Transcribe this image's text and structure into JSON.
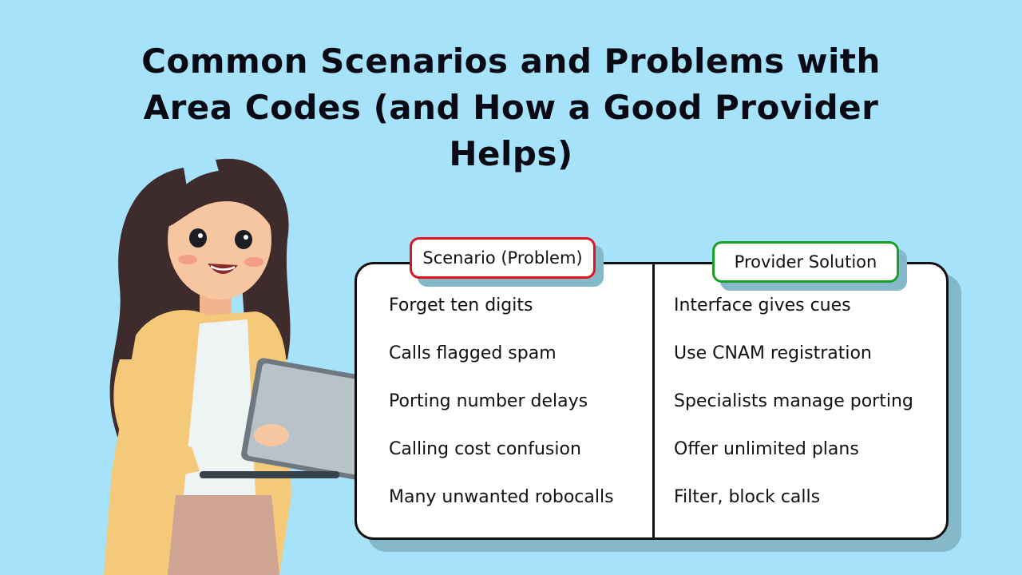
{
  "title": {
    "lines": [
      "Common Scenarios and Problems with",
      "Area Codes (and How a Good Provider",
      "Helps)"
    ]
  },
  "table": {
    "headers": {
      "problem": "Scenario (Problem)",
      "solution": "Provider Solution"
    },
    "header_colors": {
      "problem": "#e0141e",
      "solution": "#1aa024"
    },
    "rows": [
      {
        "problem": "Forget ten digits",
        "solution": "Interface gives cues"
      },
      {
        "problem": "Calls flagged spam",
        "solution": "Use CNAM registration"
      },
      {
        "problem": "Porting number delays",
        "solution": "Specialists manage porting"
      },
      {
        "problem": "Calling cost confusion",
        "solution": "Offer unlimited plans"
      },
      {
        "problem": "Many unwanted robocalls",
        "solution": "Filter, block calls"
      }
    ]
  },
  "illustration": {
    "subject": "woman-holding-tablet"
  },
  "colors": {
    "background": "#a6e3fa",
    "card": "#ffffff",
    "shadow": "#85b9c9"
  }
}
